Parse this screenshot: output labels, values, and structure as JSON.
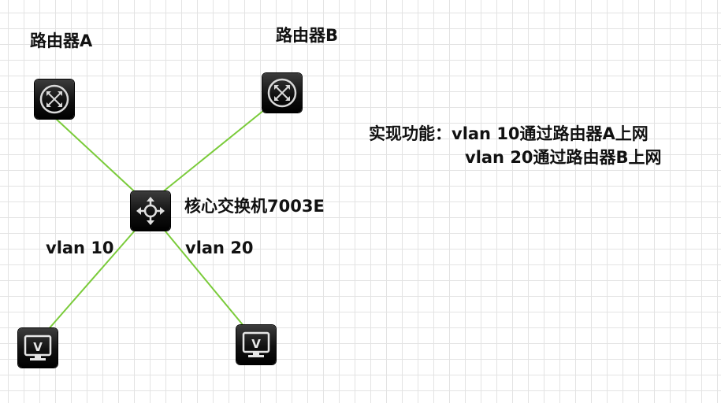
{
  "router_a": {
    "label": "路由器A"
  },
  "router_b": {
    "label": "路由器B"
  },
  "core_switch": {
    "label": "核心交换机7003E"
  },
  "links": {
    "vlan10_label": "vlan 10",
    "vlan20_label": "vlan 20"
  },
  "description": {
    "line1": "实现功能：vlan 10通过路由器A上网",
    "line2": "vlan 20通过路由器B上网"
  },
  "pc_glyph": "V",
  "colors": {
    "link": "#7acb3a",
    "device": "#1a1a1a",
    "grid": "#e3e3e3"
  }
}
